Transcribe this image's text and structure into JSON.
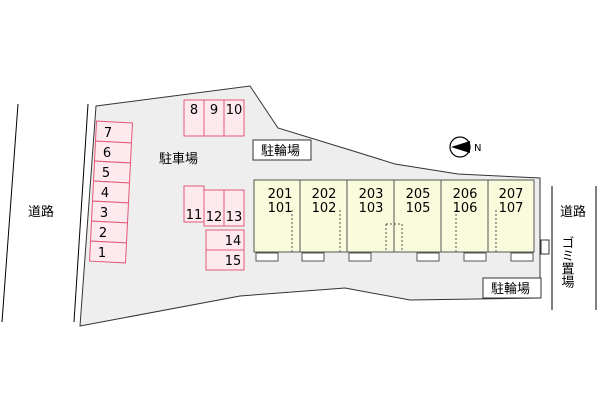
{
  "map": {
    "road_left_label": "道路",
    "road_right_label": "道路",
    "parking_label": "駐車場",
    "bike_parking_top_label": "駐輪場",
    "bike_parking_bottom_label": "駐輪場",
    "garbage_label": "ゴミ置場",
    "north_label": "N",
    "parking_spaces": [
      "1",
      "2",
      "3",
      "4",
      "5",
      "6",
      "7",
      "8",
      "9",
      "10",
      "11",
      "12",
      "13",
      "14",
      "15"
    ],
    "units": [
      {
        "upper": "201",
        "lower": "101"
      },
      {
        "upper": "202",
        "lower": "102"
      },
      {
        "upper": "203",
        "lower": "103"
      },
      {
        "upper": "205",
        "lower": "105"
      },
      {
        "upper": "206",
        "lower": "106"
      },
      {
        "upper": "207",
        "lower": "107"
      }
    ],
    "colors": {
      "lot": "#eeeeee",
      "lot_outline": "#333333",
      "parking_fill": "#fde9ee",
      "parking_outline": "#e05a78",
      "building_fill": "#fafadc",
      "building_outline": "#555555"
    }
  }
}
